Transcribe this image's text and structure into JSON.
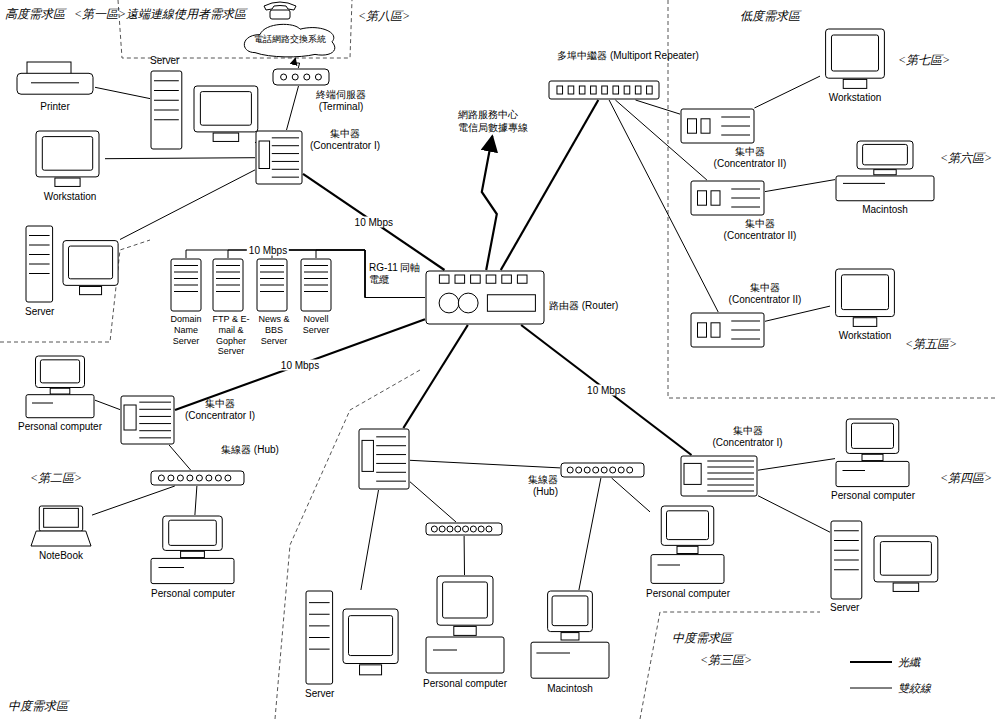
{
  "diagram": {
    "nodes": [
      {
        "text": [
          "Printer"
        ]
      },
      {
        "text": [
          "Server"
        ]
      },
      {
        "text": [
          "Workstation"
        ]
      },
      {
        "text": [
          "集中器 (Concentrator I)"
        ]
      },
      {
        "text": [
          "Server"
        ]
      },
      {
        "text": [
          "終端伺服器 (Terminal)"
        ]
      },
      {
        "text": [
          "電話網路交換系統"
        ]
      },
      {
        "text": [
          "Domain Name Server"
        ]
      },
      {
        "text": [
          "FTP & E-mail & Gopher Server"
        ]
      },
      {
        "text": [
          "News & BBS Server"
        ]
      },
      {
        "text": [
          "Novell Server"
        ]
      },
      {
        "text": [
          "路由器 (Router)"
        ]
      },
      {
        "text": [
          "網路服務中心",
          "電信局數據專線"
        ]
      },
      {
        "text": [
          "多埠中繼器 (Multiport Repeater)"
        ]
      },
      {
        "text": [
          "集中器 (Concentrator II)"
        ]
      },
      {
        "text": [
          "Workstation"
        ]
      },
      {
        "text": [
          "集中器 (Concentrator II)"
        ]
      },
      {
        "text": [
          "Macintosh"
        ]
      },
      {
        "text": [
          "集中器 (Concentrator II)"
        ]
      },
      {
        "text": [
          "Workstation"
        ]
      },
      {
        "text": [
          "集中器 (Concentrator I)"
        ]
      },
      {
        "text": [
          "Personal computer"
        ]
      },
      {
        "text": [
          "集線器 (Hub)"
        ]
      },
      {
        "text": [
          "NoteBook"
        ]
      },
      {
        "text": [
          "Personal computer"
        ]
      },
      {
        "text": [
          "Server"
        ]
      },
      {
        "text": [
          "Personal computer"
        ]
      },
      {
        "text": [
          "Macintosh"
        ]
      },
      {
        "text": [
          "集線器 (Hub)"
        ]
      },
      {
        "text": [
          "Personal computer"
        ]
      },
      {
        "text": [
          "集中器 (Concentrator I)"
        ]
      },
      {
        "text": [
          "Personal computer"
        ]
      },
      {
        "text": [
          "Server"
        ]
      }
    ],
    "edges": [
      {
        "from": 0,
        "to": 1,
        "arrow": "none"
      },
      {
        "from": 1,
        "to": 3,
        "arrow": "none"
      },
      {
        "from": 2,
        "to": 3,
        "arrow": "none"
      },
      {
        "from": 4,
        "to": 3,
        "arrow": "none"
      },
      {
        "from": 5,
        "to": 3,
        "arrow": "none"
      },
      {
        "from": 5,
        "to": 6,
        "arrow": "to"
      },
      {
        "from": 3,
        "to": 11,
        "label": "10 Mbps",
        "arrow": "none"
      },
      {
        "from": 11,
        "to": 7,
        "label": "10 Mbps",
        "arrow": "none"
      },
      {
        "from": 11,
        "to": 8,
        "arrow": "none"
      },
      {
        "from": 11,
        "to": 9,
        "arrow": "none"
      },
      {
        "from": 11,
        "to": 10,
        "arrow": "none"
      },
      {
        "from": 11,
        "to": 12,
        "arrow": "to"
      },
      {
        "from": 11,
        "to": 13,
        "arrow": "none"
      },
      {
        "from": 13,
        "to": 14,
        "arrow": "none"
      },
      {
        "from": 13,
        "to": 16,
        "arrow": "none"
      },
      {
        "from": 13,
        "to": 18,
        "arrow": "none"
      },
      {
        "from": 14,
        "to": 15,
        "arrow": "none"
      },
      {
        "from": 16,
        "to": 17,
        "arrow": "none"
      },
      {
        "from": 18,
        "to": 19,
        "arrow": "none"
      },
      {
        "from": 11,
        "to": 20,
        "label": "10 Mbps",
        "arrow": "none"
      },
      {
        "from": 20,
        "to": 21,
        "arrow": "none"
      },
      {
        "from": 20,
        "to": 22,
        "arrow": "none"
      },
      {
        "from": 22,
        "to": 23,
        "arrow": "none"
      },
      {
        "from": 22,
        "to": 24,
        "arrow": "none"
      },
      {
        "from": 11,
        "to": 30,
        "label": "10 Mbps",
        "arrow": "none"
      },
      {
        "from": 30,
        "to": 31,
        "arrow": "none"
      },
      {
        "from": 30,
        "to": 32,
        "arrow": "none"
      }
    ],
    "labels": [
      "高度需求區",
      "<第一區>",
      "遠端連線使用者需求區",
      "<第八區>",
      "低度需求區",
      "<第七區>",
      "<第六區>",
      "<第五區>",
      "<第四區>",
      "<第二區>",
      "中度需求區",
      "中度需求區",
      "<第三區>",
      "RG-11 同軸電纜"
    ],
    "legend": [
      {
        "text": "光纖"
      },
      {
        "text": "雙絞線"
      }
    ]
  }
}
